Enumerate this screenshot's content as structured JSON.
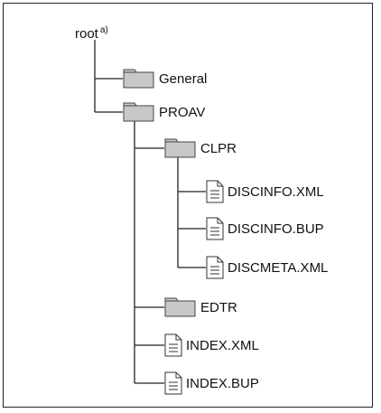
{
  "root": {
    "label": "root",
    "note": "a)"
  },
  "nodes": {
    "general": {
      "label": "General",
      "icon": "folder-icon"
    },
    "proav": {
      "label": "PROAV",
      "icon": "folder-icon"
    },
    "clpr": {
      "label": "CLPR",
      "icon": "folder-icon"
    },
    "discinfo_xml": {
      "label": "DISCINFO.XML",
      "icon": "file-icon"
    },
    "discinfo_bup": {
      "label": "DISCINFO.BUP",
      "icon": "file-icon"
    },
    "discmeta_xml": {
      "label": "DISCMETA.XML",
      "icon": "file-icon"
    },
    "edtr": {
      "label": "EDTR",
      "icon": "folder-icon"
    },
    "index_xml": {
      "label": "INDEX.XML",
      "icon": "file-icon"
    },
    "index_bup": {
      "label": "INDEX.BUP",
      "icon": "file-icon"
    }
  },
  "colors": {
    "folder_fill": "#c8c8c8",
    "line": "#222222"
  }
}
